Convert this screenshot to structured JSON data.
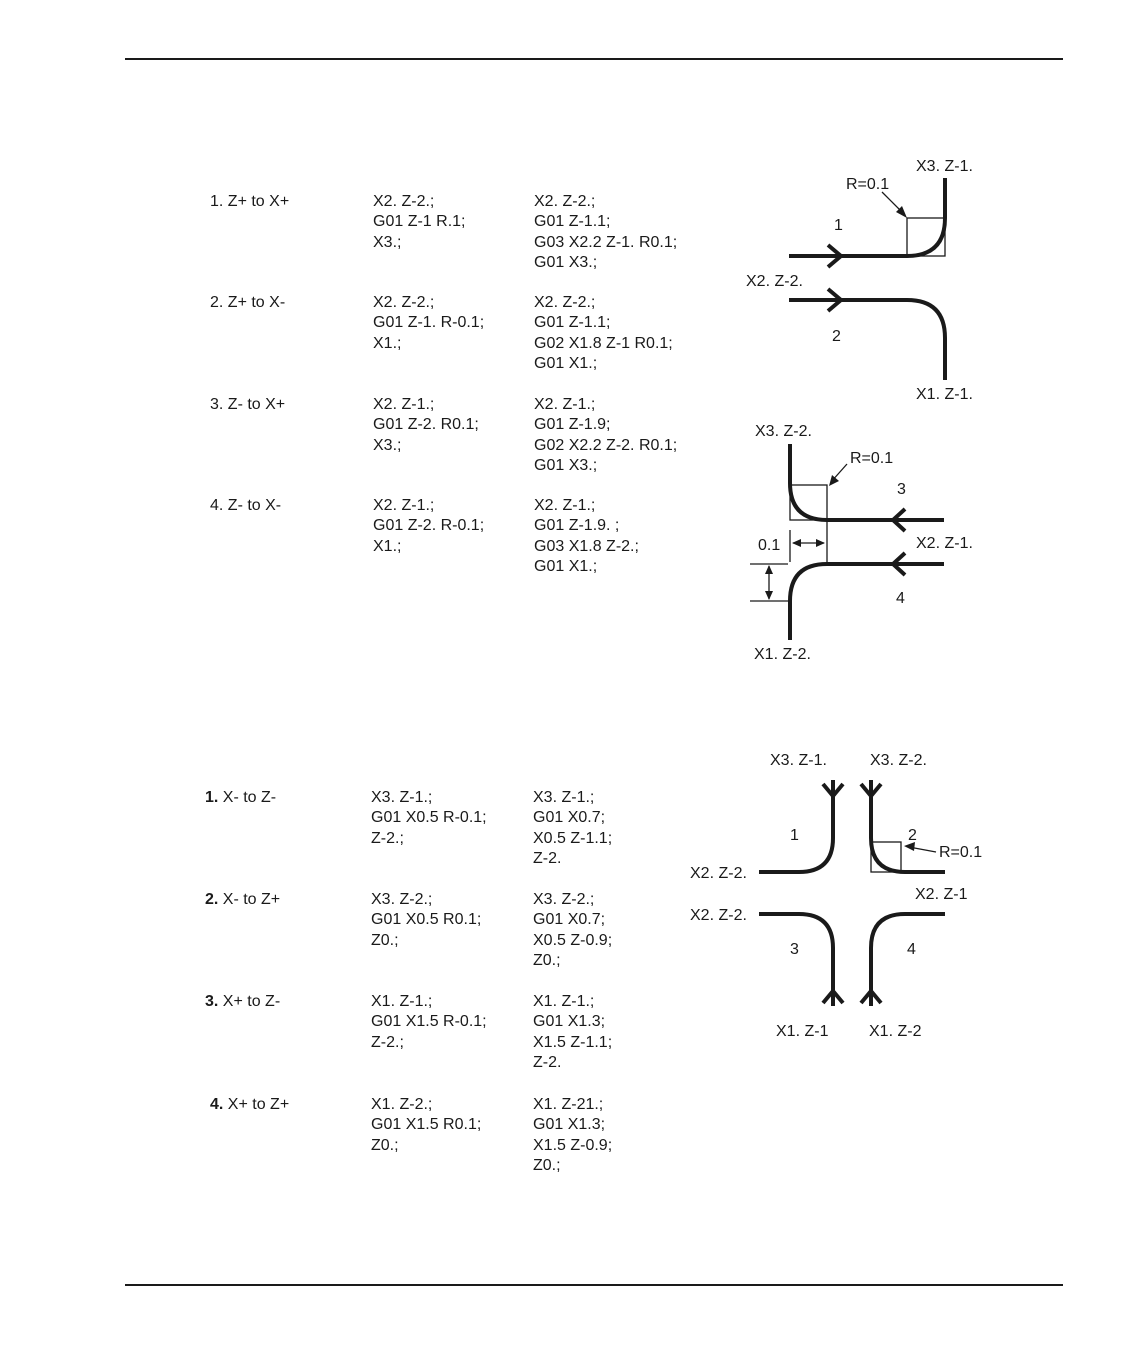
{
  "section1": {
    "rows": [
      {
        "label": "1. Z+ to X+",
        "short": [
          "X2. Z-2.;",
          "G01 Z-1 R.1;",
          "X3.;"
        ],
        "long": [
          "X2. Z-2.;",
          "G01 Z-1.1;",
          "G03 X2.2 Z-1. R0.1;",
          "G01 X3.;"
        ]
      },
      {
        "label": "2. Z+ to X-",
        "short": [
          "X2. Z-2.;",
          "G01 Z-1. R-0.1;",
          "X1.;"
        ],
        "long": [
          "X2. Z-2.;",
          "G01 Z-1.1;",
          "G02 X1.8 Z-1 R0.1;",
          "G01 X1.;"
        ]
      },
      {
        "label": "3. Z- to X+",
        "short": [
          "X2. Z-1.;",
          "G01 Z-2. R0.1;",
          "X3.;"
        ],
        "long": [
          "X2. Z-1.;",
          "G01 Z-1.9;",
          "G02 X2.2 Z-2. R0.1;",
          "G01 X3.;"
        ]
      },
      {
        "label": "4. Z- to X-",
        "short": [
          "X2. Z-1.;",
          "G01 Z-2. R-0.1;",
          "X1.;"
        ],
        "long": [
          "X2. Z-1.;",
          "G01 Z-1.9. ;",
          "G03 X1.8 Z-2.;",
          "G01 X1.;"
        ]
      }
    ]
  },
  "section2": {
    "rows": [
      {
        "num": "1.",
        "label": " X- to Z-",
        "short": [
          "X3. Z-1.;",
          "G01 X0.5 R-0.1;",
          "Z-2.;"
        ],
        "long": [
          "X3. Z-1.;",
          "G01 X0.7;",
          "X0.5 Z-1.1;",
          "Z-2."
        ]
      },
      {
        "num": "2.",
        "label": " X- to Z+",
        "short": [
          "X3. Z-2.;",
          "G01 X0.5 R0.1;",
          "Z0.;"
        ],
        "long": [
          "X3. Z-2.;",
          "G01 X0.7;",
          "X0.5 Z-0.9;",
          "Z0.;"
        ]
      },
      {
        "num": "3.",
        "label": " X+ to Z-",
        "short": [
          "X1. Z-1.;",
          "G01 X1.5 R-0.1;",
          "Z-2.;"
        ],
        "long": [
          "X1. Z-1.;",
          "G01 X1.3;",
          "X1.5 Z-1.1;",
          "Z-2."
        ]
      },
      {
        "num": "4.",
        "label": " X+ to Z+",
        "short": [
          "X1. Z-2.;",
          "G01 X1.5 R0.1;",
          "Z0.;"
        ],
        "long": [
          "X1. Z-21.;",
          "G01 X1.3;",
          "X1.5 Z-0.9;",
          "Z0.;"
        ]
      }
    ]
  },
  "fig1": {
    "x3z1": "X3. Z-1.",
    "r": "R=0.1",
    "n1": "1",
    "x2z2": "X2. Z-2.",
    "n2": "2",
    "x1z1": "X1. Z-1."
  },
  "fig2": {
    "x3z2": "X3. Z-2.",
    "r": "R=0.1",
    "n3": "3",
    "dim": "0.1",
    "x2z1": "X2. Z-1.",
    "n4": "4",
    "x1z2": "X1. Z-2."
  },
  "fig3": {
    "x3z1": "X3. Z-1.",
    "x3z2": "X3. Z-2.",
    "n1": "1",
    "n2": "2",
    "r": "R=0.1",
    "x2z2a": "X2. Z-2.",
    "x2z1": "X2. Z-1",
    "x2z2b": "X2. Z-2.",
    "n3": "3",
    "n4": "4",
    "x1z1": "X1. Z-1",
    "x1z2": "X1. Z-2"
  }
}
